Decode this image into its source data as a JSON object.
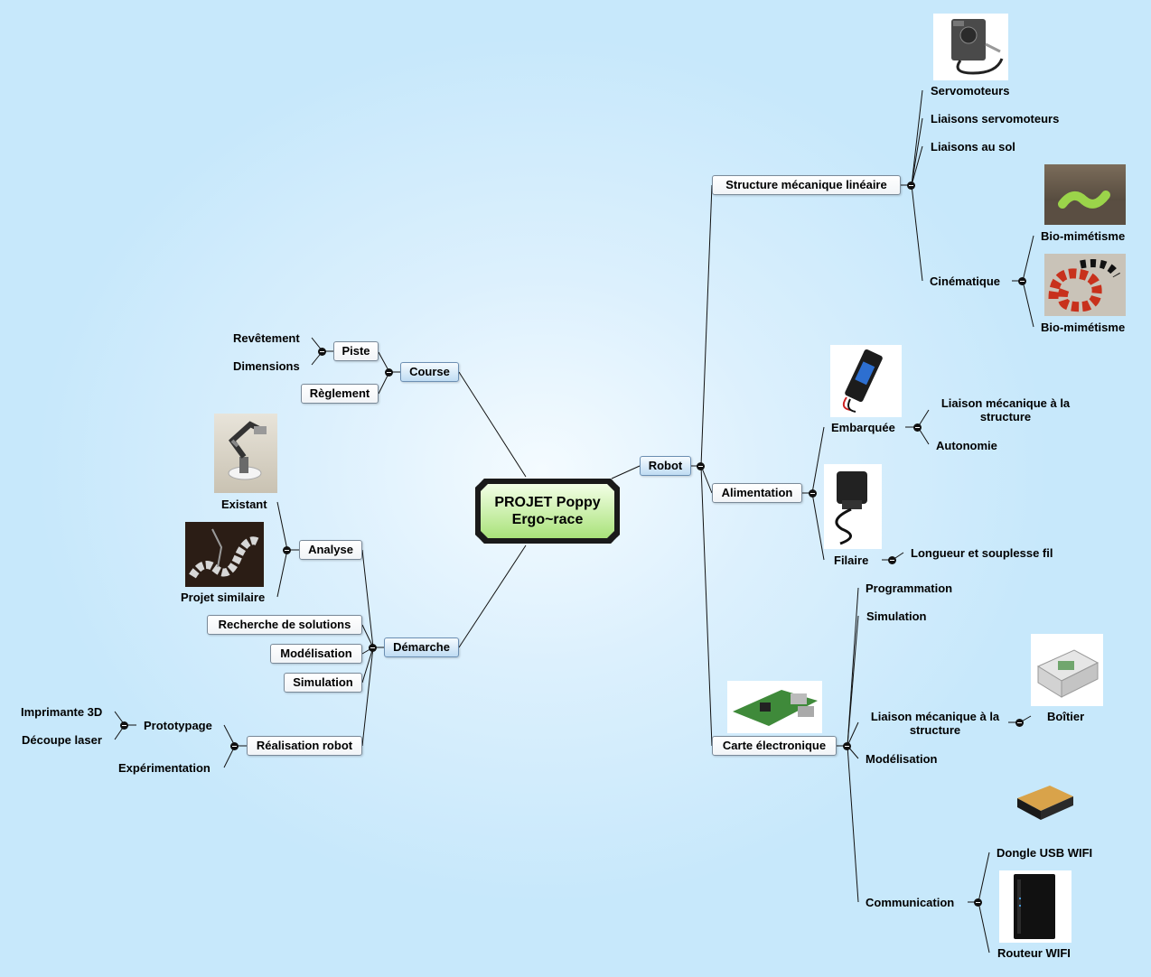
{
  "central": {
    "line1": "PROJET Poppy",
    "line2": "Ergo~race"
  },
  "course": {
    "label": "Course",
    "piste": "Piste",
    "revetement": "Revêtement",
    "dimensions": "Dimensions",
    "reglement": "Règlement"
  },
  "demarche": {
    "label": "Démarche",
    "analyse": "Analyse",
    "existant": "Existant",
    "projet_similaire": "Projet similaire",
    "recherche": "Recherche de solutions",
    "modelisation": "Modélisation",
    "simulation": "Simulation",
    "realisation": "Réalisation robot",
    "prototypage": "Prototypage",
    "imprimante": "Imprimante 3D",
    "decoupe": "Découpe laser",
    "experimentation": "Expérimentation"
  },
  "robot": {
    "label": "Robot",
    "structure": {
      "label": "Structure mécanique linéaire",
      "servomoteurs": "Servomoteurs",
      "liaisons_servo": "Liaisons servomoteurs",
      "liaisons_sol": "Liaisons au sol",
      "cinematique": "Cinématique",
      "bio1": "Bio-mimétisme",
      "bio2": "Bio-mimétisme"
    },
    "alimentation": {
      "label": "Alimentation",
      "embarquee": "Embarquée",
      "liaison_line1": "Liaison mécanique à la",
      "liaison_line2": "structure",
      "autonomie": "Autonomie",
      "filaire": "Filaire",
      "longueur": "Longueur et souplesse fil"
    },
    "carte": {
      "label": "Carte électronique",
      "programmation": "Programmation",
      "simulation": "Simulation",
      "liaison_line1": "Liaison mécanique à la",
      "liaison_line2": "structure",
      "boitier": "Boîtier",
      "modelisation": "Modélisation",
      "communication": "Communication",
      "dongle": "Dongle USB WIFI",
      "routeur": "Routeur WIFI"
    }
  },
  "icons": [
    "servo-motor-picture",
    "caterpillar-picture",
    "snake-picture",
    "battery-picture",
    "power-adapter-picture",
    "raspberry-pi-picture",
    "case-picture",
    "usb-wifi-dongle-picture",
    "wifi-router-picture",
    "robot-arm-picture",
    "snake-robot-picture"
  ]
}
